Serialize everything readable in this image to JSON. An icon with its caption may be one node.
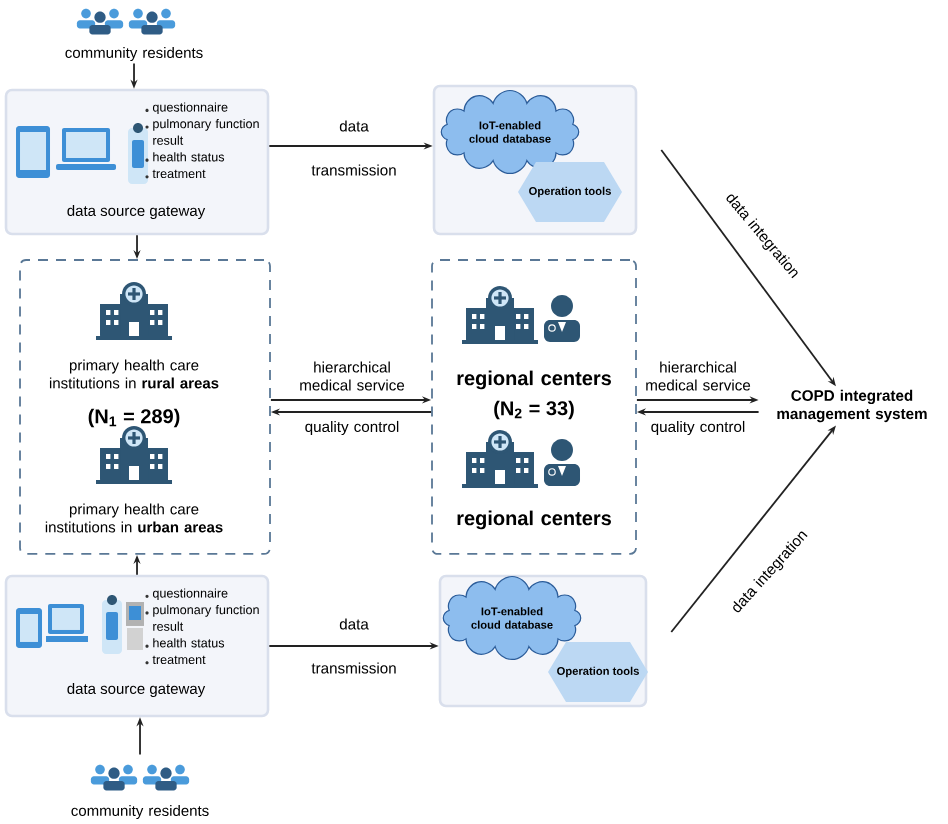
{
  "diagram": {
    "nodes": [
      {
        "text": [
          "community residents"
        ]
      },
      {
        "text": [
          "questionnaire",
          "pulmonary function result",
          "health status",
          "treatment",
          "data source gateway"
        ]
      },
      {
        "text": [],
        "shape": "box"
      },
      {
        "text": [
          "IoT-enabled cloud database"
        ],
        "in": 2
      },
      {
        "text": [
          "Operation tools"
        ],
        "in": 2
      },
      {
        "text": [
          "(N$_{1}$ = 289)"
        ]
      },
      {
        "text": [
          "primary health care institutions in **rural areas**"
        ],
        "in": 5
      },
      {
        "text": [
          "primary health care institutions in **urban areas**"
        ],
        "in": 5
      },
      {
        "text": [
          "(N$_{2}$ = 33)"
        ]
      },
      {
        "text": [
          "regional centers"
        ],
        "in": 8
      },
      {
        "text": [
          "regional centers"
        ],
        "in": 8
      },
      {
        "text": [
          "COPD integrated management system"
        ]
      },
      {
        "text": [
          "questionnaire",
          "pulmonary function result",
          "health status",
          "treatment",
          "data source gateway"
        ]
      },
      {
        "text": [
          "community residents"
        ]
      },
      {
        "text": [],
        "shape": "box"
      },
      {
        "text": [
          "IoT-enabled cloud database"
        ],
        "in": 14
      },
      {
        "text": [
          "Operation tools"
        ],
        "in": 14
      }
    ],
    "edges": [
      {
        "from": 0,
        "to": 1,
        "arrow": "to"
      },
      {
        "from": 1,
        "to": 5,
        "arrow": "to"
      },
      {
        "from": 1,
        "to": 2,
        "arrow": "to",
        "label": "data transmission"
      },
      {
        "from": 2,
        "to": 11,
        "arrow": "to",
        "label": "data integration"
      },
      {
        "from": 5,
        "to": 8,
        "arrow": "to",
        "label": "hierarchical medical service"
      },
      {
        "from": 8,
        "to": 5,
        "arrow": "to",
        "label": "quality control"
      },
      {
        "from": 8,
        "to": 11,
        "arrow": "to",
        "label": "hierarchical medical service"
      },
      {
        "from": 11,
        "to": 8,
        "arrow": "to",
        "label": "quality control"
      },
      {
        "from": 12,
        "to": 5,
        "arrow": "to"
      },
      {
        "from": 13,
        "to": 12,
        "arrow": "to"
      },
      {
        "from": 12,
        "to": 14,
        "arrow": "to",
        "label": "data transmission"
      },
      {
        "from": 14,
        "to": 11,
        "arrow": "to",
        "label": "data integration"
      }
    ]
  }
}
